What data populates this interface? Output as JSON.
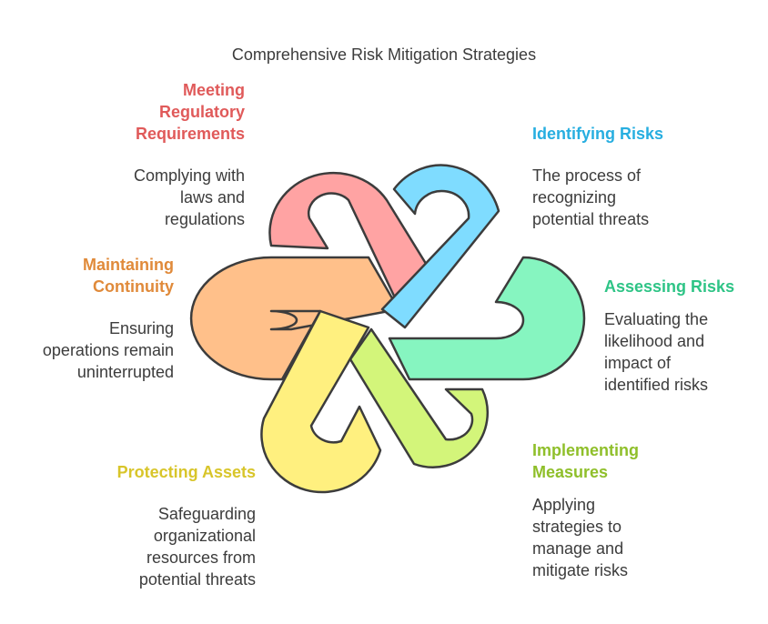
{
  "title": "Comprehensive Risk Mitigation Strategies",
  "items": [
    {
      "heading": "Meeting\nRegulatory\nRequirements",
      "desc": "Complying with\nlaws and\nregulations",
      "color": "#e05a5a",
      "fill": "#ffa3a3"
    },
    {
      "heading": "Identifying Risks",
      "desc": "The process of\nrecognizing\npotential threats",
      "color": "#27aee0",
      "fill": "#7fdcff"
    },
    {
      "heading": "Maintaining\nContinuity",
      "desc": "Ensuring\noperations remain\nuninterrupted",
      "color": "#e08a3a",
      "fill": "#ffc08a"
    },
    {
      "heading": "Assessing Risks",
      "desc": "Evaluating the\nlikelihood and\nimpact of\nidentified risks",
      "color": "#2ec486",
      "fill": "#86f5c0"
    },
    {
      "heading": "Protecting Assets",
      "desc": "Safeguarding\norganizational\nresources from\npotential threats",
      "color": "#d8c52a",
      "fill": "#fff07f"
    },
    {
      "heading": "Implementing\nMeasures",
      "desc": "Applying\nstrategies to\nmanage and\nmitigate risks",
      "color": "#8fbf2a",
      "fill": "#d3f57a"
    }
  ]
}
